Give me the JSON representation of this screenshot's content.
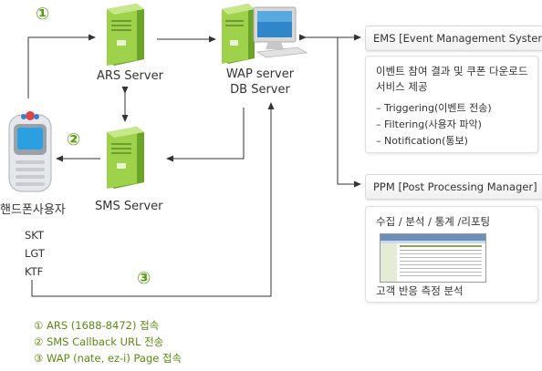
{
  "steps": {
    "s1": "①",
    "s2": "②",
    "s3": "③"
  },
  "nodes": {
    "ars": "ARS Server",
    "wap_line1": "WAP server",
    "wap_line2": "DB Server",
    "sms": "SMS Server",
    "phone_user": "핸드폰사용자"
  },
  "carriers": [
    "SKT",
    "LGT",
    "KTF"
  ],
  "ems": {
    "title": "EMS [Event Management System]",
    "desc_line1": "이벤트 참여 결과 및 쿠폰 다운로드",
    "desc_line2": "서비스 제공",
    "items": [
      "– Triggering(이벤트 전송)",
      "– Filtering(사용자 파악)",
      "– Notification(통보)"
    ]
  },
  "ppm": {
    "title": "PPM [Post Processing Manager]",
    "desc": "수집 / 분석 / 통계 /리포팅",
    "footer": "고객 반응 측정 분석"
  },
  "legend": [
    "① ARS (1688-8472) 접속",
    "② SMS Callback URL 전송",
    "③ WAP (nate, ez-i) Page 접속"
  ],
  "colors": {
    "server_green": "#8cc63f",
    "line": "#333333",
    "legend_green": "#5a8a10"
  }
}
